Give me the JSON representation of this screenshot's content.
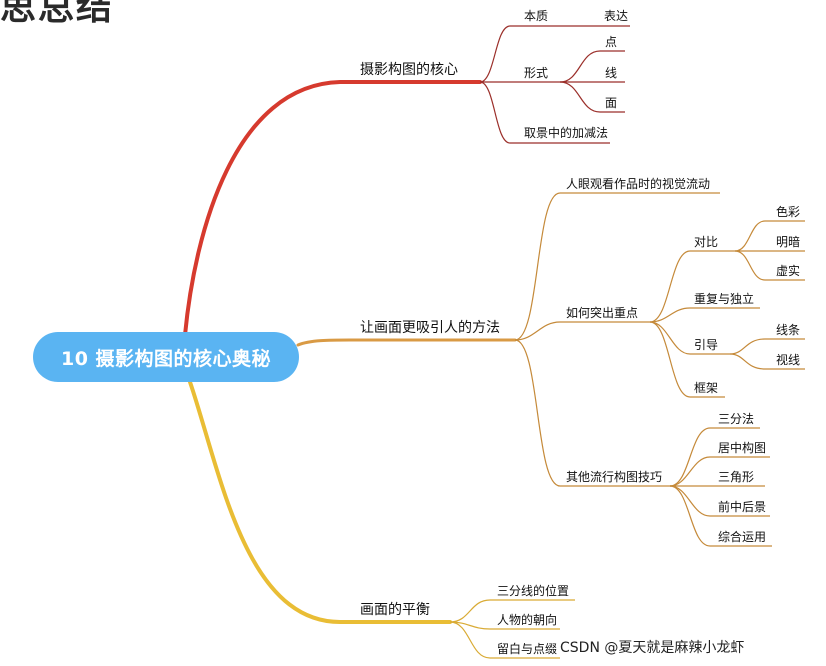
{
  "header_fragment": "思总结",
  "root": {
    "label": "10 摄影构图的核心奥秘"
  },
  "branches": [
    {
      "label": "摄影构图的核心",
      "color": "#c0392b",
      "children": [
        {
          "label": "本质",
          "children": [
            {
              "label": "表达"
            }
          ]
        },
        {
          "label": "形式",
          "children": [
            {
              "label": "点"
            },
            {
              "label": "线"
            },
            {
              "label": "面"
            }
          ]
        },
        {
          "label": "取景中的加减法"
        }
      ]
    },
    {
      "label": "让画面更吸引人的方法",
      "color": "#d4943a",
      "children": [
        {
          "label": "人眼观看作品时的视觉流动"
        },
        {
          "label": "如何突出重点",
          "children": [
            {
              "label": "对比",
              "children": [
                {
                  "label": "色彩"
                },
                {
                  "label": "明暗"
                },
                {
                  "label": "虚实"
                }
              ]
            },
            {
              "label": "重复与独立"
            },
            {
              "label": "引导",
              "children": [
                {
                  "label": "线条"
                },
                {
                  "label": "视线"
                }
              ]
            },
            {
              "label": "框架"
            }
          ]
        },
        {
          "label": "其他流行构图技巧",
          "children": [
            {
              "label": "三分法"
            },
            {
              "label": "居中构图"
            },
            {
              "label": "三角形"
            },
            {
              "label": "前中后景"
            },
            {
              "label": "综合运用"
            }
          ]
        }
      ]
    },
    {
      "label": "画面的平衡",
      "color": "#e8b83a",
      "children": [
        {
          "label": "三分线的位置"
        },
        {
          "label": "人物的朝向"
        },
        {
          "label": "留白与点缀"
        }
      ]
    }
  ],
  "watermark": "CSDN @夏天就是麻辣小龙虾"
}
